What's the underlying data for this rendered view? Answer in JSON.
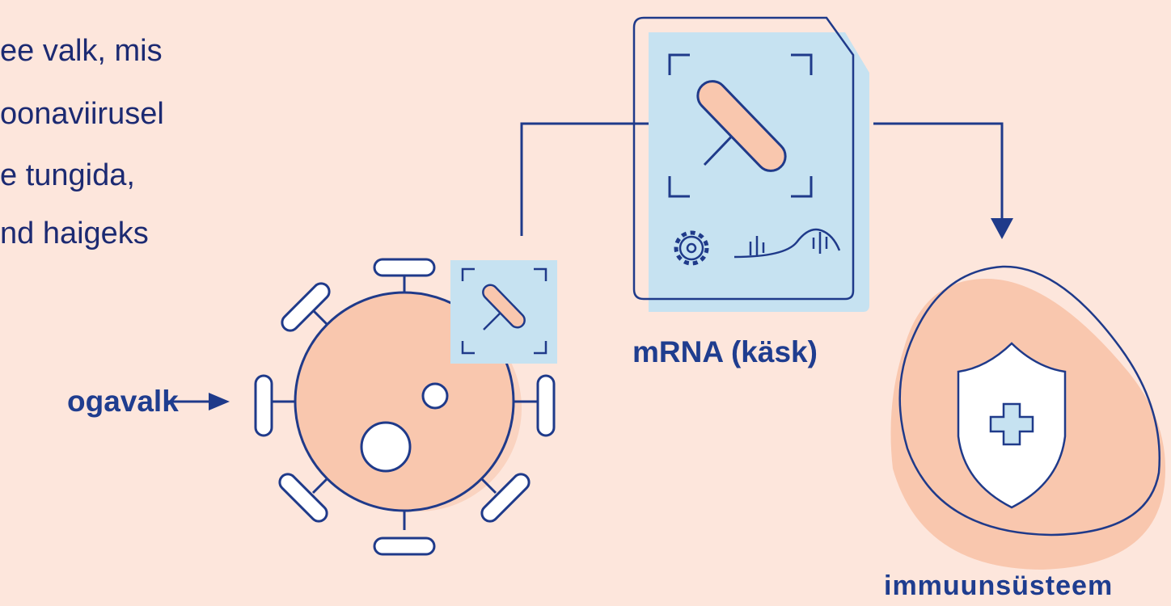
{
  "intro_text": {
    "line1": "ee valk, mis",
    "line2": "oonaviirusel",
    "line3": "e tungida,",
    "line4": "nd haigeks"
  },
  "labels": {
    "spike": "ogavalk",
    "mrna": "mRNA (käsk)",
    "immune": "immuunsüsteem"
  },
  "colors": {
    "background": "#fde6dc",
    "outline": "#1f3a8a",
    "virus_fill": "#f9c7ae",
    "highlight_box": "#c6e2f1",
    "shield_fill": "#ffffff",
    "cross_fill": "#c6e2f1"
  },
  "icons": {
    "spike_arrow": "arrow-right-icon",
    "gear": "gear-icon",
    "dna": "dna-wave-icon",
    "shield": "shield-cross-icon"
  }
}
